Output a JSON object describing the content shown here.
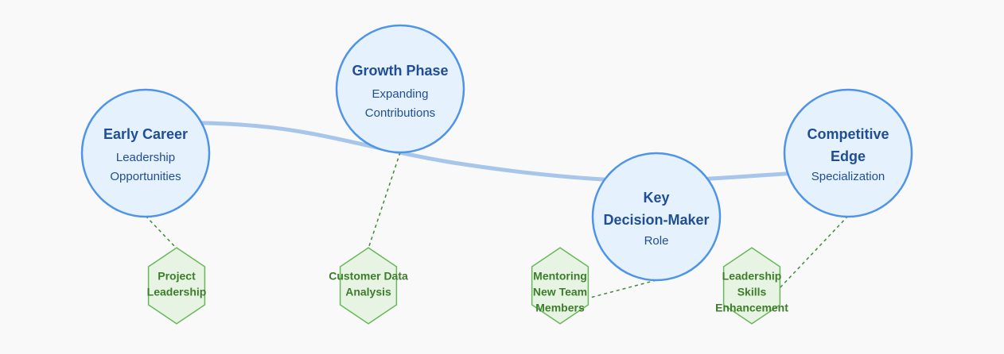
{
  "colors": {
    "background": "#f9f9f9",
    "path": "#a7c6ea",
    "node_fill": "#e5f1fc",
    "node_stroke": "#4f94e6",
    "node_text": "#1f4e96",
    "skill_fill": "#e8f4e3",
    "skill_stroke": "#68b65a",
    "skill_text": "#3b7d2a",
    "connector": "#3d8b3a"
  },
  "stages": [
    {
      "title_lines": [
        "Early Career"
      ],
      "subtitle_lines": [
        "Leadership",
        "Opportunities"
      ]
    },
    {
      "title_lines": [
        "Growth Phase"
      ],
      "subtitle_lines": [
        "Expanding",
        "Contributions"
      ]
    },
    {
      "title_lines": [
        "Key",
        "Decision-Maker"
      ],
      "subtitle_lines": [
        "Role"
      ]
    },
    {
      "title_lines": [
        "Competitive",
        "Edge"
      ],
      "subtitle_lines": [
        "Specialization"
      ]
    }
  ],
  "skills": [
    {
      "lines": [
        "Project",
        "Leadership"
      ]
    },
    {
      "lines": [
        "Customer Data",
        "Analysis"
      ]
    },
    {
      "lines": [
        "Mentoring",
        "New Team",
        "Members"
      ]
    },
    {
      "lines": [
        "Leadership",
        "Skills",
        "Enhancement"
      ]
    }
  ]
}
